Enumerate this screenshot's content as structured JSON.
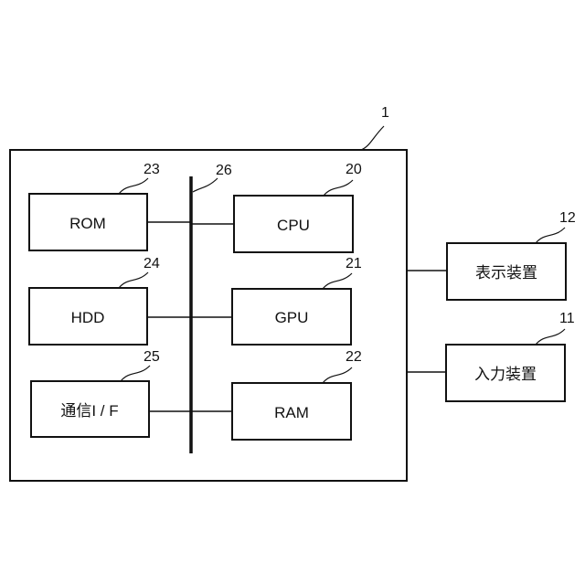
{
  "diagram": {
    "system_ref": "1",
    "bus_ref": "26",
    "blocks": {
      "rom": {
        "label": "ROM",
        "ref": "23"
      },
      "hdd": {
        "label": "HDD",
        "ref": "24"
      },
      "comm_if": {
        "label": "通信I / F",
        "ref": "25"
      },
      "cpu": {
        "label": "CPU",
        "ref": "20"
      },
      "gpu": {
        "label": "GPU",
        "ref": "21"
      },
      "ram": {
        "label": "RAM",
        "ref": "22"
      },
      "display": {
        "label": "表示装置",
        "ref": "12"
      },
      "input": {
        "label": "入力装置",
        "ref": "11"
      }
    }
  }
}
